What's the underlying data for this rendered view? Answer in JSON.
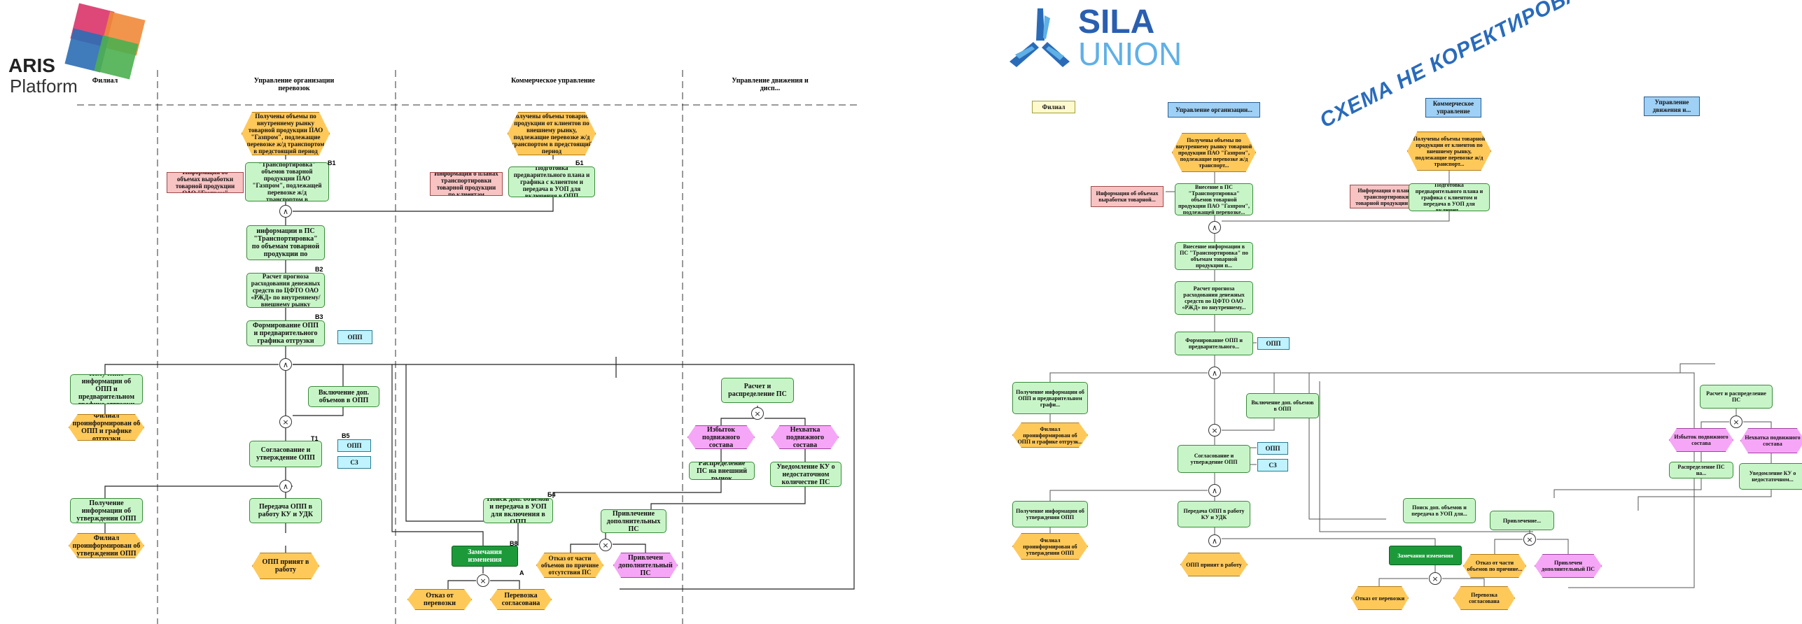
{
  "logos": {
    "aris_line1": "ARIS",
    "aris_line2": "Platform",
    "sila_line1": "SILA",
    "sila_line2": "UNION"
  },
  "stamp": "СХЕМА НЕ КОРЕКТИРОВАЛАСЬ ПОСЛЕ ЗАГРУЗКИ",
  "left": {
    "lanes": [
      "Филиал",
      "Управление организации перевозок",
      "Коммерческое управление",
      "Управление движения и дисп..."
    ],
    "nodes": {
      "e1": "Получены объемы по внутреннему рынку товарной продукции ПАО \"Газпром\", подлежащие перевозке ж/д транспортом в предстоящий период",
      "e2": "Получены объемы товарной продукции от клиентов по внешнему рынку, подлежащие перевозке ж/д транспортом в предстоящий период",
      "i1": "Информация об объемах выработки товарной продукции ОАО \"Газпром\"",
      "i2": "Информация о планах транспортировки товарной продукции по клиентам",
      "f1": "Внесение в ПК \"Транспортировка\" объемов товарной продукции ПАО \"Газпром\", подлежащей перевозке ж/д транспортом в предстоящий период",
      "f2": "Подготовка предварительного плана и графика с клиентом и передача в УОП для включения в ОПП",
      "f3": "Внесение информации в ПС \"Транспортировка\" по объемам товарной продукции по внешнему рынку",
      "f4": "Расчет прогноза расходования денежных средств по ЦФТО ОАО «РЖД» по внутреннему/внешнему рынку",
      "f5": "Формирование ОПП и предварительного графика отгрузки",
      "d_opp1": "ОПП",
      "f6": "Получение информации об ОПП и предварительном графике отгрузки",
      "e3": "Филиал проинформирован об ОПП и графике отгрузки",
      "f7": "Включение доп. объемов в ОПП",
      "f8": "Согласование и утверждение ОПП",
      "d_opp2": "ОПП",
      "d_sz": "СЗ",
      "f9": "Получение информации об утверждении ОПП",
      "e4": "Филиал проинформирован об утверждении ОПП",
      "f10": "Передача ОПП в работу КУ и УДК",
      "e5": "ОПП принят в работу",
      "f11": "Поиск доп. объемов и передача в УОП для включения в ОПП",
      "f12": "Привлечение дополнительных ПС",
      "g1": "Замечания изменения",
      "e6": "Отказ от перевозки",
      "e7": "Перевозка согласована",
      "e8": "Отказ от части объемов по причине отсутствия ПС",
      "e9": "Привлечен дополнительный ПС",
      "f13": "Расчет и распределение ПС",
      "e10": "Избыток подвижного состава",
      "e11": "Нехватка подвижного состава",
      "f14": "Распределение ПС на внешний рынок",
      "f15": "Уведомление КУ о недостаточном количестве ПС"
    },
    "tags": [
      "В1",
      "Б1",
      "В2",
      "В3",
      "Т1",
      "В5",
      "Б4",
      "В8",
      "А"
    ]
  },
  "right": {
    "lanes": [
      "Филиал",
      "Управление организации...",
      "Коммерческое управление",
      "Управление движения и..."
    ],
    "nodes": {
      "e1": "Получены объемы по внутреннему рынку товарной продукции ПАО \"Газпром\", подлежащие перевозке ж/д транспорт...",
      "e2": "Получены объемы товарной продукции от клиентов по внешнему рынку, подлежащие перевозке ж/д транспорт...",
      "i1": "Информация об объемах выработки товарной...",
      "i2": "Информация о планах транспортировки товарной продукции п...",
      "f1": "Внесение в ПС \"Транспортировка\" объемов товарной продукции ПАО \"Газпром\", подлежащей перевозке...",
      "f2": "Подготовка предварительного плана и графика с клиентом и передача в УОП для включен...",
      "f3": "Внесение информации в ПС \"Транспортировка\" по объемам товарной продукции п...",
      "f4": "Расчет прогноза расходования денежных средств по ЦФТО ОАО «РЖД» по внутреннему...",
      "f5": "Формирование ОПП и предварительного...",
      "d_opp1": "ОПП",
      "f6": "Получение информации об ОПП и предварительном графи...",
      "e3": "Филиал проинформирован об ОПП и графике отгрузк...",
      "f7": "Включение доп. объемов в ОПП",
      "f8": "Согласование и утверждение ОПП",
      "d_opp2": "ОПП",
      "d_sz": "СЗ",
      "f9": "Получение информации об утверждении ОПП",
      "e4": "Филиал проинформирован об утверждении ОПП",
      "f10": "Передача ОПП в работу КУ и УДК",
      "e5": "ОПП принят в работу",
      "f11": "Поиск доп. объемов и передача в УОП для...",
      "f12": "Привлечение...",
      "g1": "Замечания изменения",
      "e6": "Отказ от перевозки",
      "e7": "Перевозка согласована",
      "e8": "Отказ от части объемов по причине...",
      "e9": "Привлечен дополнительный ПС",
      "f13": "Расчет и распределение ПС",
      "e10": "Избыток подвижного состава",
      "e11": "Нехватка подвижного состава",
      "f14": "Распределение ПС на...",
      "f15": "Уведомление КУ о недостаточном..."
    }
  },
  "colors": {
    "function": "#c8f5c8",
    "event": "#ffc95a",
    "event_pink": "#f6a6f6",
    "info": "#f7c3c3",
    "document": "#bff3ff",
    "org_unit": "#9fd0f5",
    "accent_sila": "#1e64b8"
  }
}
